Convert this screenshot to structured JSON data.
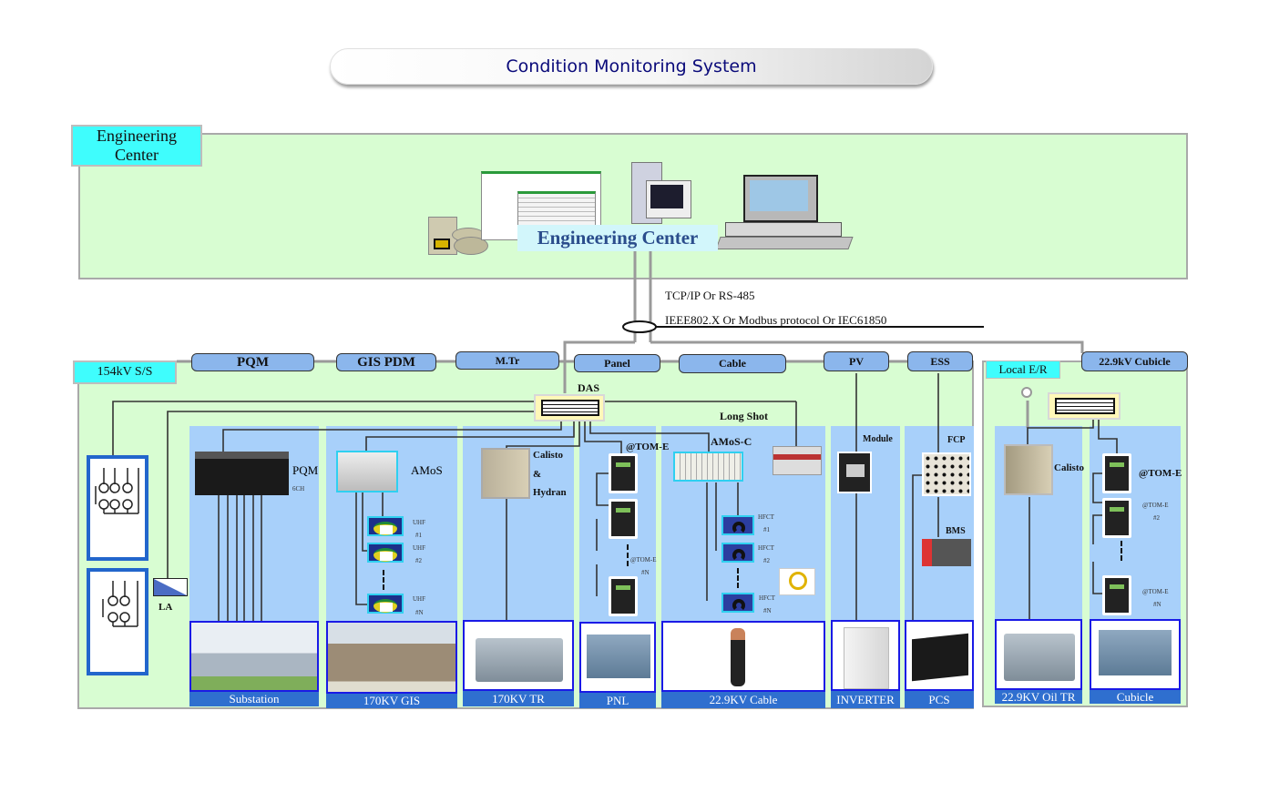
{
  "title": "Condition Monitoring System",
  "engineering_center": {
    "tag": "Engineering Center",
    "center_label": "Engineering Center"
  },
  "network": {
    "protocol_line_1": "TCP/IP Or RS-485",
    "protocol_line_2": "IEEE802.X Or Modbus protocol Or IEC61850"
  },
  "substation_154kv": {
    "tag": "154kV S/S",
    "das_label": "DAS",
    "long_shot_label": "Long Shot",
    "la_label": "LA",
    "categories": [
      "PQM",
      "GIS PDM",
      "M.Tr",
      "Panel",
      "Cable",
      "PV",
      "ESS"
    ],
    "columns": {
      "pqm": {
        "device": "PQM",
        "sub": "6CH",
        "caption": "Substation"
      },
      "gis": {
        "device": "AMoS",
        "sensors": [
          {
            "name": "UHF",
            "idx": "#1"
          },
          {
            "name": "UHF",
            "idx": "#2"
          },
          {
            "name": "UHF",
            "idx": "#N"
          }
        ],
        "caption": "170KV GIS"
      },
      "mtr": {
        "device_l1": "Calisto",
        "device_l2": "&",
        "device_l3": "Hydran",
        "caption": "170KV TR"
      },
      "panel": {
        "device": "@TOM-E",
        "device_n": "@TOM-E",
        "idx_n": "#N",
        "caption": "PNL"
      },
      "cable": {
        "device": "AMoS-C",
        "sensors": [
          {
            "name": "HFCT",
            "idx": "#1"
          },
          {
            "name": "HFCT",
            "idx": "#2"
          },
          {
            "name": "HFCT",
            "idx": "#N"
          }
        ],
        "caption": "22.9KV Cable"
      },
      "pv": {
        "device": "Module",
        "caption": "INVERTER"
      },
      "ess": {
        "device": "FCP",
        "device2": "BMS",
        "caption": "PCS"
      }
    }
  },
  "local_er": {
    "tag": "Local E/R",
    "category": "22.9kV Cubicle",
    "columns": {
      "oil_tr": {
        "device": "Calisto",
        "caption": "22.9KV Oil TR"
      },
      "cubicle": {
        "device": "@TOM-E",
        "device_2": "@TOM-E",
        "idx_2": "#2",
        "device_n": "@TOM-E",
        "idx_n": "#N",
        "caption": "Cubicle"
      }
    }
  }
}
